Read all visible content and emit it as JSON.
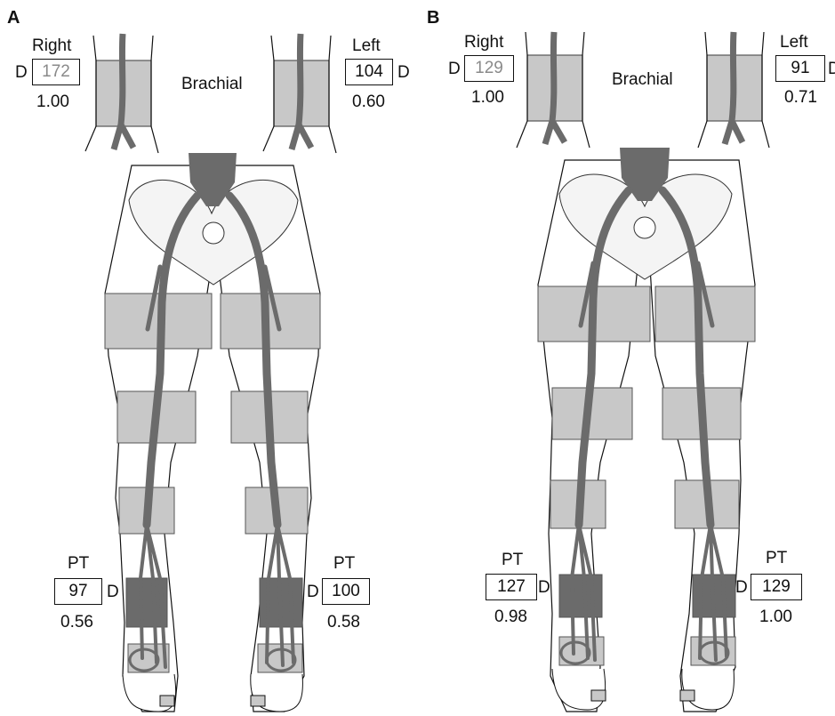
{
  "panels": [
    {
      "letter": "A",
      "brachial_label": "Brachial",
      "right_arm": {
        "side": "Right",
        "marker": "D",
        "pressure": "172",
        "index": "1.00"
      },
      "left_arm": {
        "side": "Left",
        "marker": "D",
        "pressure": "104",
        "index": "0.60"
      },
      "right_ankle": {
        "site": "PT",
        "marker": "D",
        "pressure": "97",
        "index": "0.56"
      },
      "left_ankle": {
        "site": "PT",
        "marker": "D",
        "pressure": "100",
        "index": "0.58"
      }
    },
    {
      "letter": "B",
      "brachial_label": "Brachial",
      "right_arm": {
        "side": "Right",
        "marker": "D",
        "pressure": "129",
        "index": "1.00"
      },
      "left_arm": {
        "side": "Left",
        "marker": "D",
        "pressure": "91",
        "index": "0.71"
      },
      "right_ankle": {
        "site": "PT",
        "marker": "D",
        "pressure": "127",
        "index": "0.98"
      },
      "left_ankle": {
        "site": "PT",
        "marker": "D",
        "pressure": "129",
        "index": "1.00"
      }
    }
  ],
  "colors": {
    "artery": "#6b6b6b",
    "cuff_band": "#c8c8c8",
    "outline": "#111111"
  }
}
